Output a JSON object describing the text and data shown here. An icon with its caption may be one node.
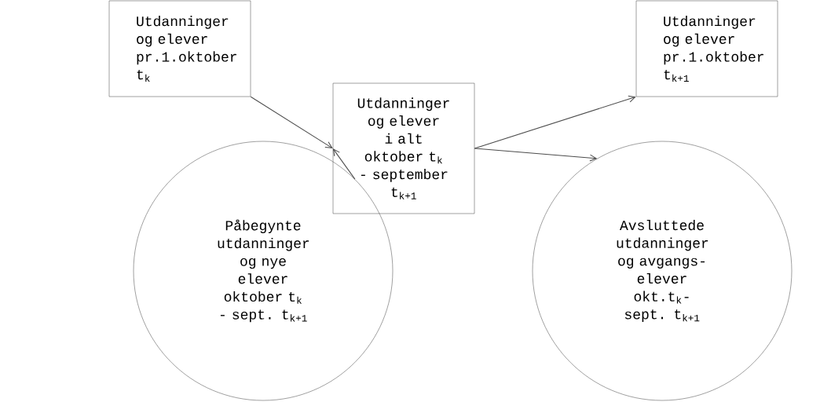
{
  "diagram": {
    "nodes": [
      {
        "text": [
          "Utdanninger og elever pr.1.oktober t$_{k}$"
        ]
      },
      {
        "text": [
          "Påbegynte utdanninger og nye elever oktober t$_{k}$ - sept. t$_{k+1}$"
        ]
      },
      {
        "text": [
          "Utdanninger og elever i alt oktober t$_{k}$ - september t$_{k+1}$"
        ]
      },
      {
        "text": [
          "Utdanninger og elever pr.1.oktober t$_{k+1}$"
        ]
      },
      {
        "text": [
          "Avsluttede utdanninger og avgangs- elever okt.t$_{k}$- sept. t$_{k+1}$"
        ]
      }
    ],
    "edges": [
      {
        "from": 0,
        "to": 2,
        "arrow": "to"
      },
      {
        "from": 1,
        "to": 2,
        "arrow": "to"
      },
      {
        "from": 2,
        "to": 3,
        "arrow": "to"
      },
      {
        "from": 2,
        "to": 4,
        "arrow": "to"
      }
    ]
  }
}
